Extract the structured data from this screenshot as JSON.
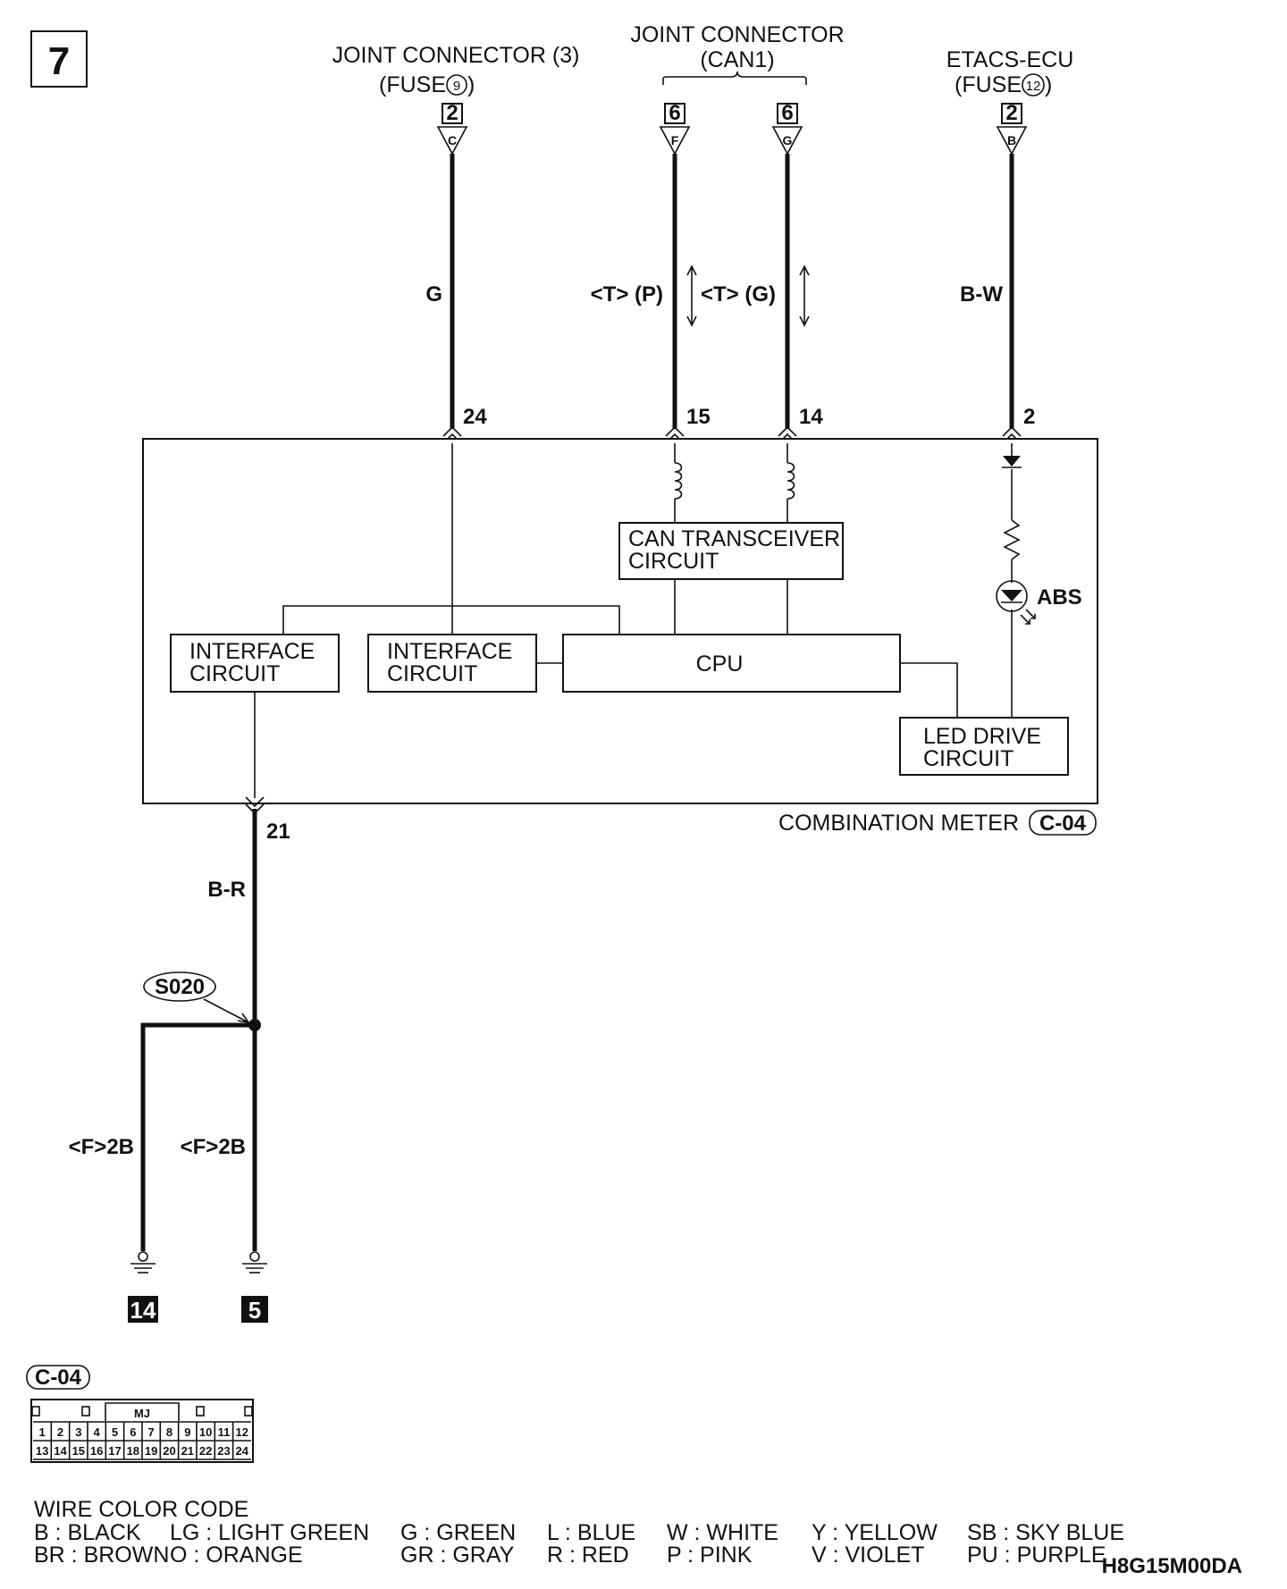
{
  "page_number": "7",
  "connectors": {
    "jc3_title": "JOINT CONNECTOR (3)",
    "jc3_fuse_label": "(FUSE",
    "jc3_fuse_num": "9",
    "jc3_pin": "2",
    "jc3_letter": "C",
    "can1_title": "JOINT CONNECTOR",
    "can1_sub": "(CAN1)",
    "can1_pin_f": "6",
    "can1_letter_f": "F",
    "can1_pin_g": "6",
    "can1_letter_g": "G",
    "etacs_title": "ETACS-ECU",
    "etacs_fuse_label": "(FUSE",
    "etacs_fuse_num": "12",
    "etacs_pin": "2",
    "etacs_letter": "B"
  },
  "wires": {
    "w24_color": "G",
    "w15_color": "<T> (P)",
    "w14_color": "<T> (G)",
    "w2_color": "B-W",
    "w21_color": "B-R",
    "left_ground_label": "<F>2B",
    "right_ground_label": "<F>2B"
  },
  "pins": {
    "p24": "24",
    "p15": "15",
    "p14": "14",
    "p2": "2",
    "p21": "21"
  },
  "meter": {
    "can_transceiver": [
      "CAN TRANSCEIVER",
      "CIRCUIT"
    ],
    "interface1": [
      "INTERFACE",
      "CIRCUIT"
    ],
    "interface2": [
      "INTERFACE",
      "CIRCUIT"
    ],
    "cpu": "CPU",
    "led_drive": [
      "LED DRIVE",
      "CIRCUIT"
    ],
    "abs": "ABS",
    "component_name": "COMBINATION METER",
    "component_code": "C-04"
  },
  "splice": "S020",
  "grounds": {
    "left": "14",
    "right": "5"
  },
  "connector_view": {
    "code": "C-04",
    "tag": "MJ",
    "row1": [
      "1",
      "2",
      "3",
      "4",
      "5",
      "6",
      "7",
      "8",
      "9",
      "10",
      "11",
      "12"
    ],
    "row2": [
      "13",
      "14",
      "15",
      "16",
      "17",
      "18",
      "19",
      "20",
      "21",
      "22",
      "23",
      "24"
    ]
  },
  "wire_color_code": {
    "title": "WIRE COLOR CODE",
    "line1": [
      "B : BLACK",
      "LG : LIGHT GREEN",
      "G : GREEN",
      "L : BLUE",
      "W : WHITE",
      "Y : YELLOW",
      "SB : SKY BLUE"
    ],
    "line2": [
      "BR : BROWN",
      "O : ORANGE",
      "GR : GRAY",
      "R : RED",
      "P : PINK",
      "V : VIOLET",
      "PU : PURPLE"
    ]
  },
  "figure_code": "H8G15M00DA"
}
